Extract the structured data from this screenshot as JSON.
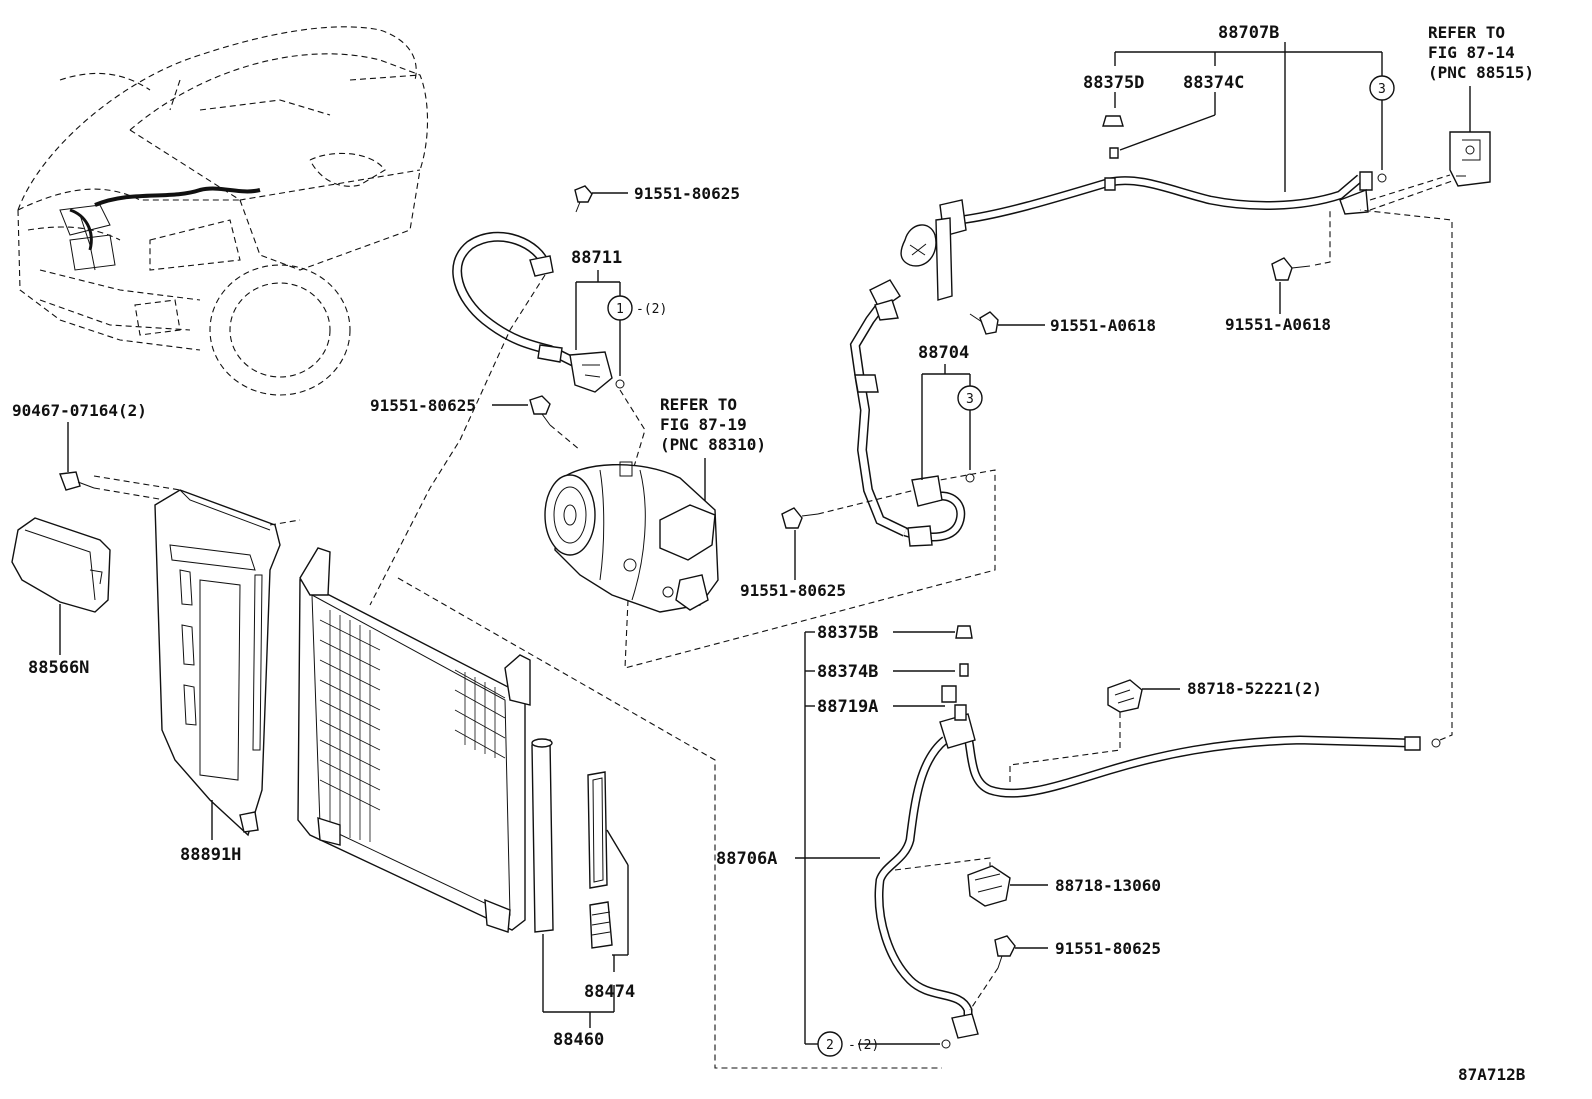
{
  "labels": {
    "p88707B": "88707B",
    "p88375D": "88375D",
    "p88374C": "88374C",
    "refer_fig_87_14": [
      "REFER TO",
      "FIG 87-14",
      "(PNC 88515)"
    ],
    "p91551_80625_top": "91551-80625",
    "p88711": "88711",
    "p88711_qty": "-(2)",
    "p91551_A0618_left": "91551-A0618",
    "p91551_A0618_right": "91551-A0618",
    "p88704": "88704",
    "p90467_07164": "90467-07164(2)",
    "p91551_80625_mid": "91551-80625",
    "refer_fig_87_19": [
      "REFER TO",
      "FIG 87-19",
      "(PNC 88310)"
    ],
    "p88566N": "88566N",
    "p91551_80625_low": "91551-80625",
    "p88375B": "88375B",
    "p88374B": "88374B",
    "p88719A": "88719A",
    "p88718_52221": "88718-52221(2)",
    "p88891H": "88891H",
    "p88706A": "88706A",
    "p88718_13060": "88718-13060",
    "p91551_80625_bottom": "91551-80625",
    "p88474": "88474",
    "p88460": "88460",
    "ring_qty": "-(2)",
    "figure_code": "87A712B"
  },
  "callouts": {
    "c1": "1",
    "c2": "2",
    "c3a": "3",
    "c3b": "3"
  }
}
